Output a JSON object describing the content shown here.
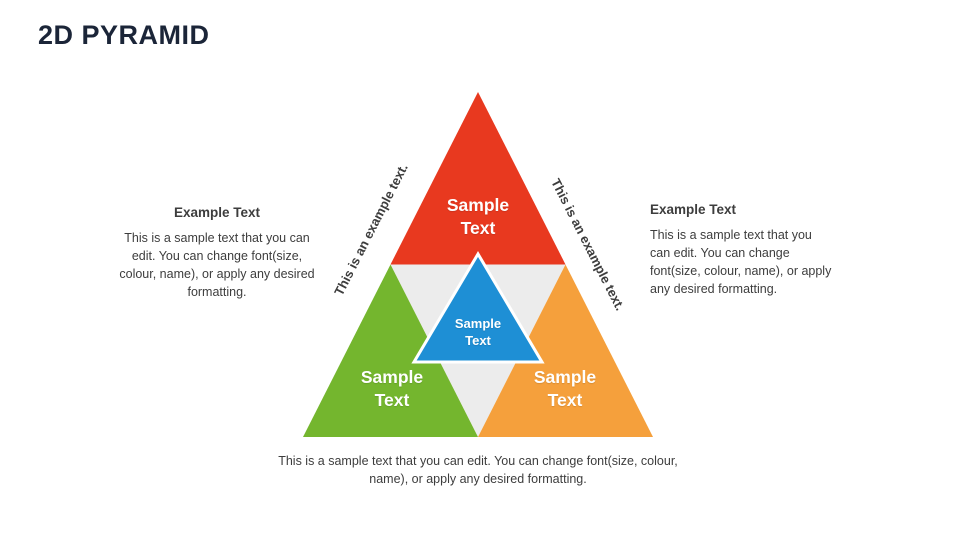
{
  "title": "2D PYRAMID",
  "colors": {
    "red": "#e8391f",
    "green": "#74b62e",
    "orange": "#f5a03c",
    "blue": "#1e8fd5",
    "gray": "#ececec",
    "white": "#ffffff"
  },
  "pyramid": {
    "top_label": "Sample Text",
    "left_label": "Sample Text",
    "right_label": "Sample Text",
    "center_label": "Sample Text",
    "edge_left_text": "This is an example text.",
    "edge_right_text": "This is an example text."
  },
  "left_block": {
    "heading": "Example Text",
    "body": "This is a sample text that you can edit. You can change font(size, colour, name), or apply any desired formatting."
  },
  "right_block": {
    "heading": "Example Text",
    "body": "This is a sample text that you can edit. You can change font(size, colour, name), or apply any desired formatting."
  },
  "footer": "This is a sample text that you can edit. You can change font(size, colour, name), or apply any desired formatting."
}
